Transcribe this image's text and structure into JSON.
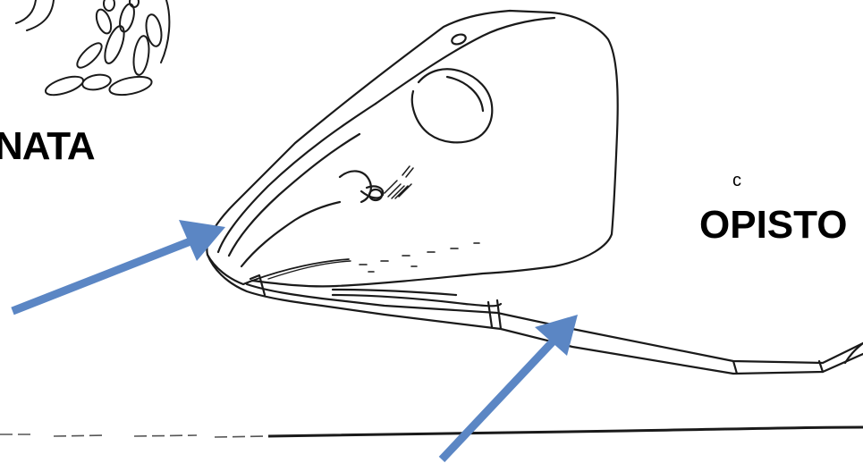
{
  "figure": {
    "panel_letter": "c",
    "label_left": "NATA",
    "label_right": "OPISTO"
  },
  "colors": {
    "line_art": "#1a1a1a",
    "arrow": "#5b86c4",
    "label": "#000000",
    "background": "#ffffff"
  },
  "icons": {
    "upper_arrow": "arrow-up-right-icon",
    "lower_arrow": "arrow-up-right-icon"
  }
}
